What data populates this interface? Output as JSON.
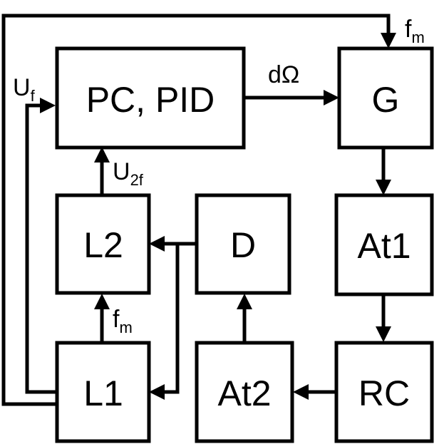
{
  "blocks": {
    "pc_pid": "PC, PID",
    "g": "G",
    "l2": "L2",
    "d": "D",
    "at1": "At1",
    "l1": "L1",
    "at2": "At2",
    "rc": "RC"
  },
  "signals": {
    "u_f": {
      "main": "U",
      "sub": "f"
    },
    "d_omega": {
      "main": "dΩ",
      "sub": ""
    },
    "f_m_top": {
      "main": "f",
      "sub": "m"
    },
    "u_2f": {
      "main": "U",
      "sub": "2f"
    },
    "f_m_mid": {
      "main": "f",
      "sub": "m"
    }
  }
}
